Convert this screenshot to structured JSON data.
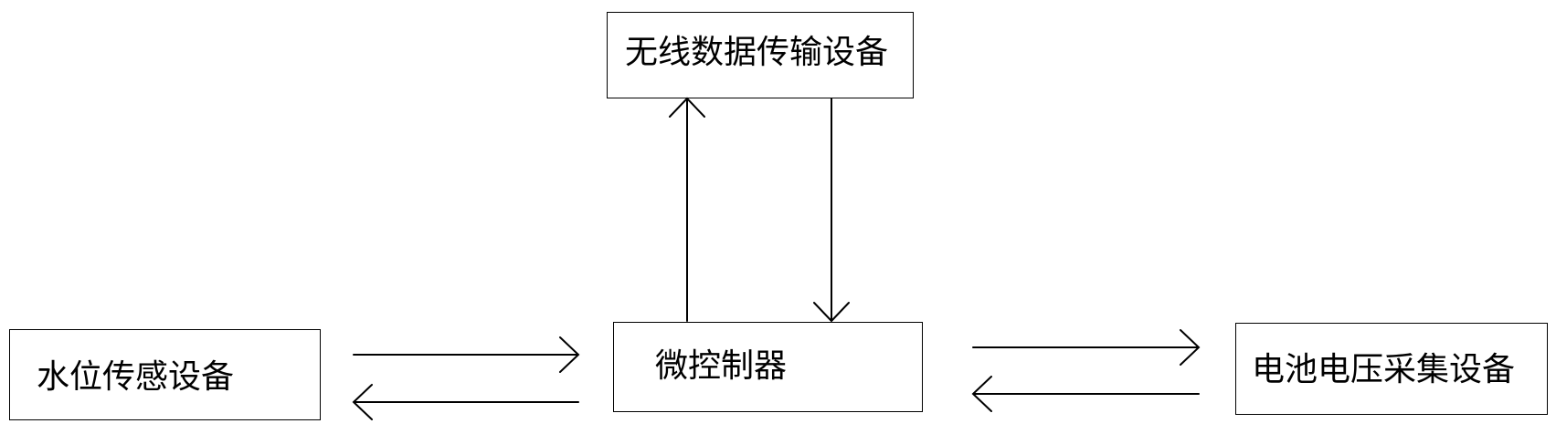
{
  "nodes": {
    "wireless": {
      "label": "无线数据传输设备"
    },
    "water_sensor": {
      "label": "水位传感设备"
    },
    "mcu": {
      "label": "微控制器"
    },
    "battery": {
      "label": "电池电压采集设备"
    }
  },
  "colors": {
    "stroke": "#000000",
    "background": "#ffffff"
  }
}
